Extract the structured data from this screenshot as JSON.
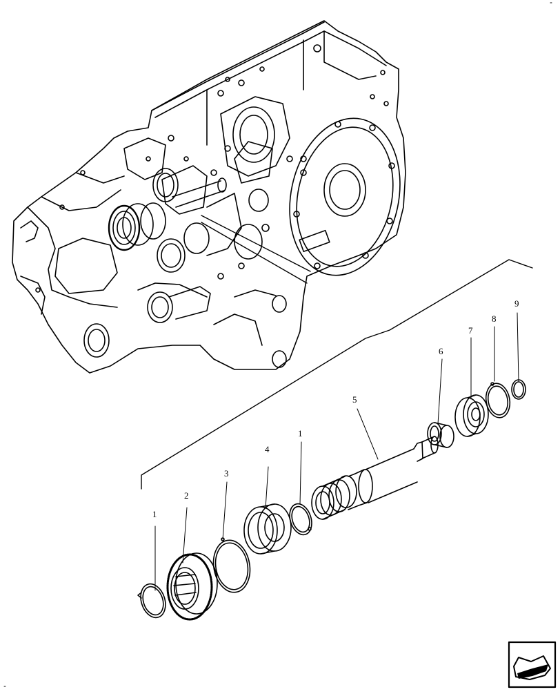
{
  "diagram": {
    "callouts": [
      {
        "id": "c1a",
        "label": "1"
      },
      {
        "id": "c2",
        "label": "2"
      },
      {
        "id": "c3",
        "label": "3"
      },
      {
        "id": "c4",
        "label": "4"
      },
      {
        "id": "c1b",
        "label": "1"
      },
      {
        "id": "c5",
        "label": "5"
      },
      {
        "id": "c6",
        "label": "6"
      },
      {
        "id": "c7",
        "label": "7"
      },
      {
        "id": "c8",
        "label": "8"
      },
      {
        "id": "c9",
        "label": "9"
      }
    ],
    "icons": {
      "nav": "back-arrow-icon"
    }
  }
}
